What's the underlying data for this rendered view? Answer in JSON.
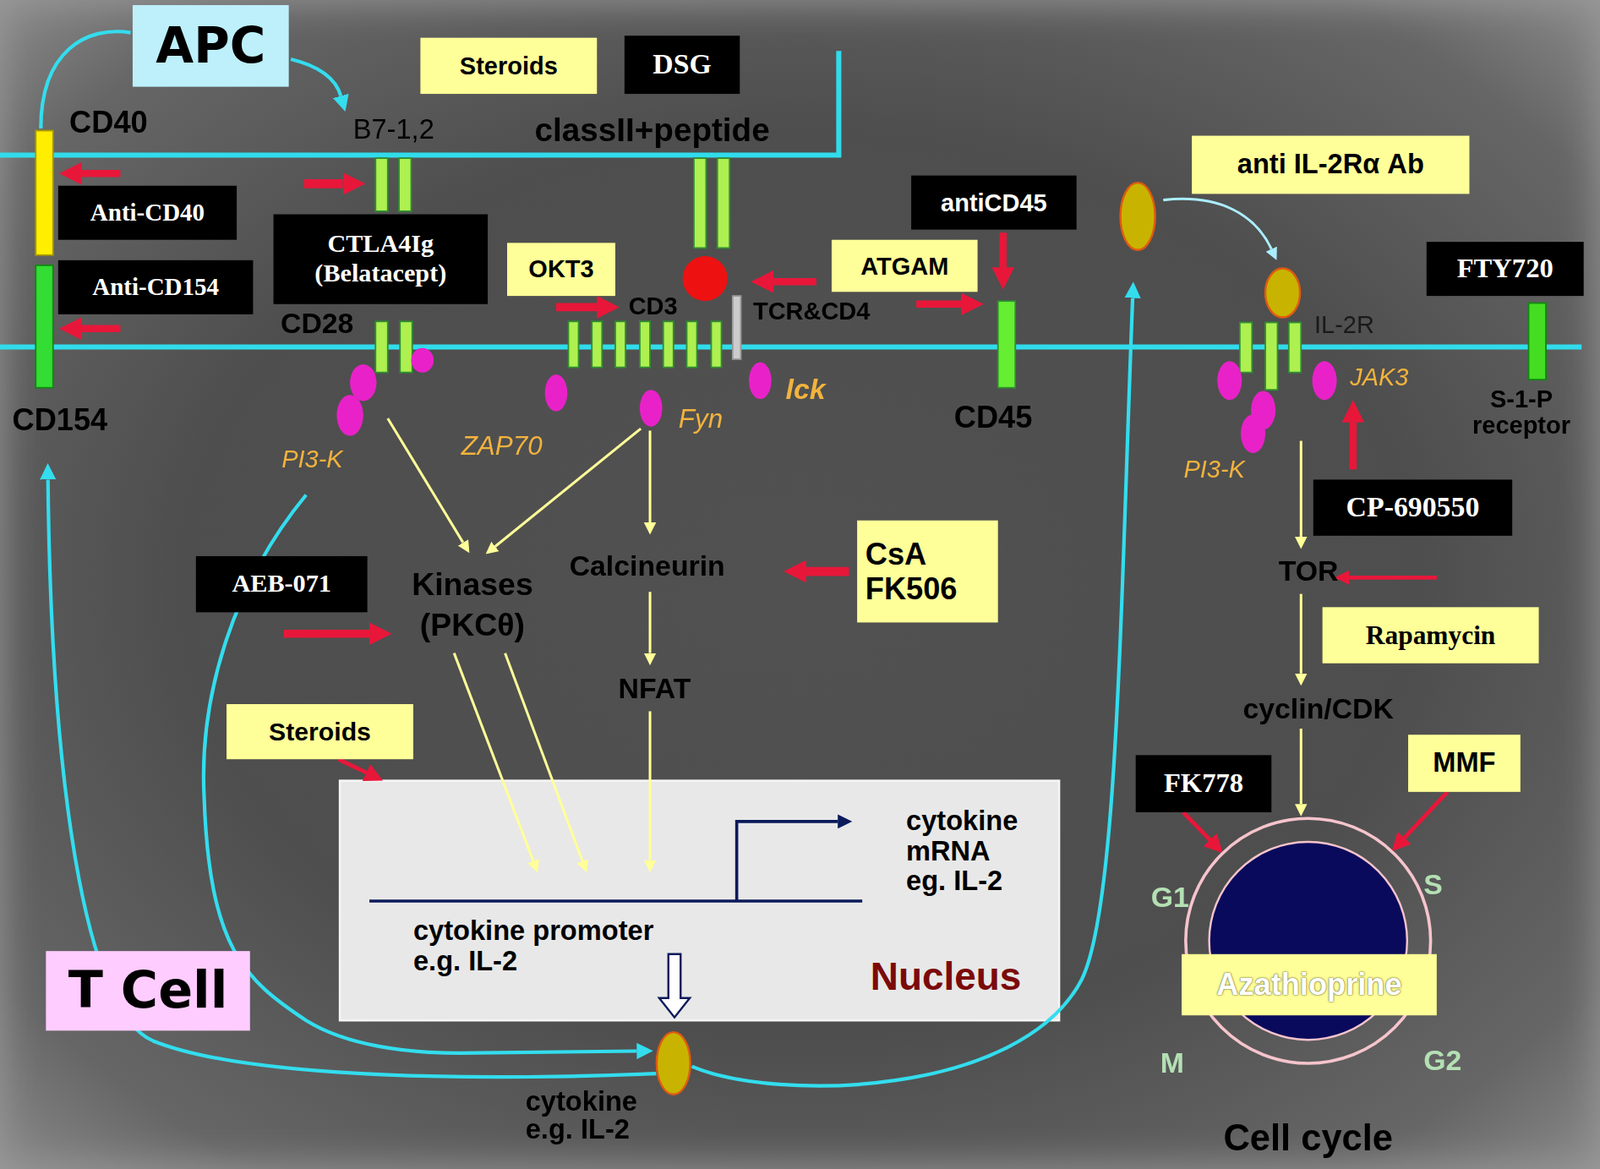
{
  "diagram": {
    "nodes": [
      {
        "text": [
          "APC"
        ]
      },
      {
        "text": [
          "Steroids"
        ]
      },
      {
        "text": [
          "DSG"
        ]
      },
      {
        "text": [
          "Anti-CD40"
        ]
      },
      {
        "text": [
          "CTLA4Ig (Belatacept)"
        ]
      },
      {
        "text": [
          "Anti-CD154"
        ]
      },
      {
        "text": [
          "OKT3"
        ]
      },
      {
        "text": [
          "ATGAM"
        ]
      },
      {
        "text": [
          "antiCD45"
        ]
      },
      {
        "text": [
          "anti IL-2Rα Ab"
        ]
      },
      {
        "text": [
          "FTY720"
        ]
      },
      {
        "text": [
          "CP-690550"
        ]
      },
      {
        "text": [
          "AEB-071"
        ]
      },
      {
        "text": [
          "CsA FK506"
        ]
      },
      {
        "text": [
          "Rapamycin"
        ]
      },
      {
        "text": [
          "Steroids"
        ]
      },
      {
        "text": [
          "FK778"
        ]
      },
      {
        "text": [
          "MMF"
        ]
      },
      {
        "text": [
          "cytokine mRNA eg. IL-2",
          "cytokine promoter e.g. IL-2",
          "Nucleus"
        ]
      },
      {
        "text": [
          "Cell cycle"
        ]
      },
      {
        "text": [
          "Azathioprine"
        ],
        "in": 19
      },
      {
        "text": [
          "T Cell"
        ]
      },
      {
        "text": [
          "cytokine e.g. IL-2"
        ]
      }
    ],
    "edges": [
      {
        "from": 15,
        "to": 18,
        "arrow": "to"
      },
      {
        "from": 16,
        "to": 19,
        "arrow": "to"
      },
      {
        "from": 17,
        "to": 19,
        "arrow": "to"
      }
    ],
    "labels": [
      "CD40",
      "B7-1,2",
      "classII+peptide",
      "CD28",
      "CD3",
      "TCR&CD4",
      "CD154",
      "PI3-K",
      "ZAP70",
      "Fyn",
      "lck",
      "CD45",
      "IL-2R",
      "JAK3",
      "S-1-P receptor",
      "PI3-K",
      "Kinases (PKCθ)",
      "Calcineurin",
      "TOR",
      "NFAT",
      "cyclin/CDK",
      "G1",
      "S",
      "M",
      "G2"
    ]
  }
}
